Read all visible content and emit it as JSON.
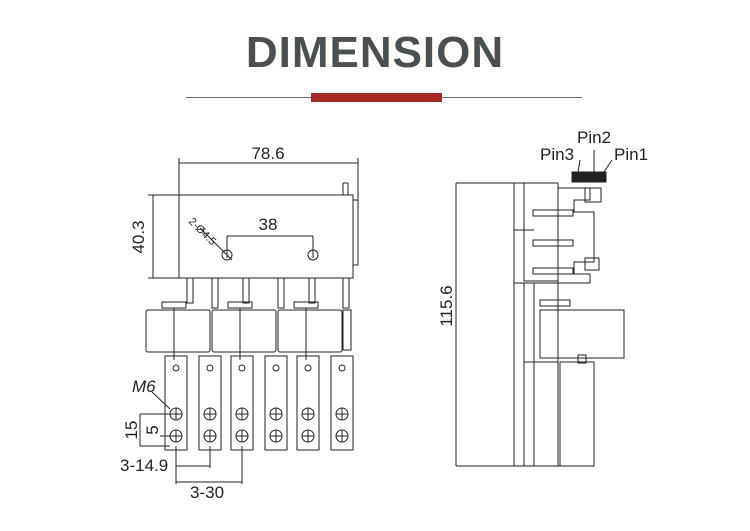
{
  "header": {
    "title": "DIMENSION",
    "accent_color": "#a52a24",
    "rule_color": "#6c6c6c"
  },
  "front_view": {
    "overall_width": "78.6",
    "height": "40.3",
    "hole_spacing": "38",
    "mount_hole_callout": "2-Ø4.5",
    "screw_size": "M6",
    "terminal_height": "15",
    "terminal_offset": "5",
    "terminal_pitch_small": "3-14.9",
    "terminal_pitch_large": "3-30"
  },
  "side_view": {
    "overall_height": "115.6",
    "pin_labels": [
      "Pin3",
      "Pin2",
      "Pin1"
    ]
  }
}
